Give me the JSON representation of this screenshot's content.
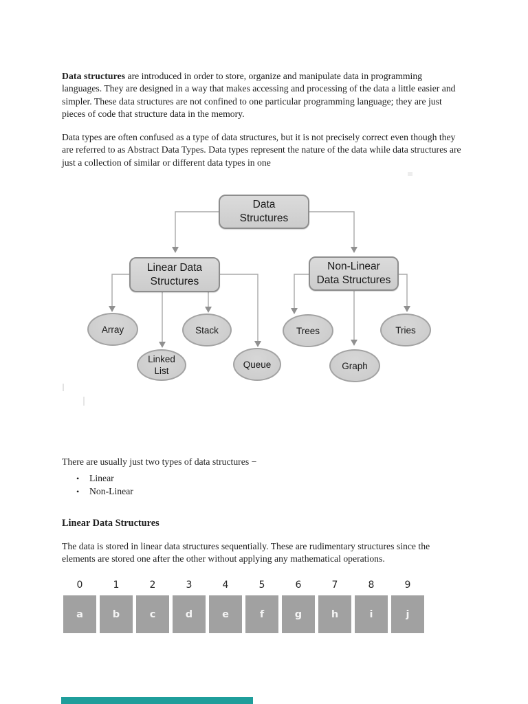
{
  "page": {
    "intro_paragraph": {
      "bold": "Data structures",
      "rest": " are introduced in order to store, organize and manipulate data in programming languages. They are designed in a way that makes accessing and processing of the data a little easier and simpler. These data structures are not confined to one particular programming language; they are just pieces of code that structure data in the memory."
    },
    "second_paragraph": "Data types are often confused as a type of data structures, but it is not precisely correct even though they are referred to as Abstract Data Types. Data types represent the nature of the data while data structures are just a collection of similar or different data types in one",
    "types_line": "There are usually just two types of data structures −",
    "bullet": "•",
    "bullet_items": [
      "Linear",
      "Non-Linear"
    ],
    "section_heading": "Linear Data Structures",
    "section_paragraph": "The data is stored in linear data structures sequentially. These are rudimentary structures since the elements are stored one after the other without applying any mathematical operations."
  },
  "diagram": {
    "root": {
      "lines": [
        "Data",
        "Structures"
      ]
    },
    "branches": [
      {
        "lines": [
          "Linear Data",
          "Structures"
        ]
      },
      {
        "lines": [
          "Non-Linear",
          "Data Structures"
        ]
      }
    ],
    "leaves": [
      {
        "lines": [
          "Array"
        ]
      },
      {
        "lines": [
          "Linked",
          "List"
        ]
      },
      {
        "lines": [
          "Stack"
        ]
      },
      {
        "lines": [
          "Queue"
        ]
      },
      {
        "lines": [
          "Trees"
        ]
      },
      {
        "lines": [
          "Graph"
        ]
      },
      {
        "lines": [
          "Tries"
        ]
      }
    ]
  },
  "array_figure": {
    "indices": [
      "0",
      "1",
      "2",
      "3",
      "4",
      "5",
      "6",
      "7",
      "8",
      "9"
    ],
    "letters": [
      "a",
      "b",
      "c",
      "d",
      "e",
      "f",
      "g",
      "h",
      "i",
      "j"
    ]
  },
  "colors": {
    "node_fill": "#d4d4d4",
    "node_border": "#8d8d8d",
    "connector": "#a8a8a8",
    "arrowhead": "#909090",
    "array_cell": "#a1a1a1",
    "array_letter": "#f4f4f4",
    "progress_bar": "#1f9e9b"
  }
}
